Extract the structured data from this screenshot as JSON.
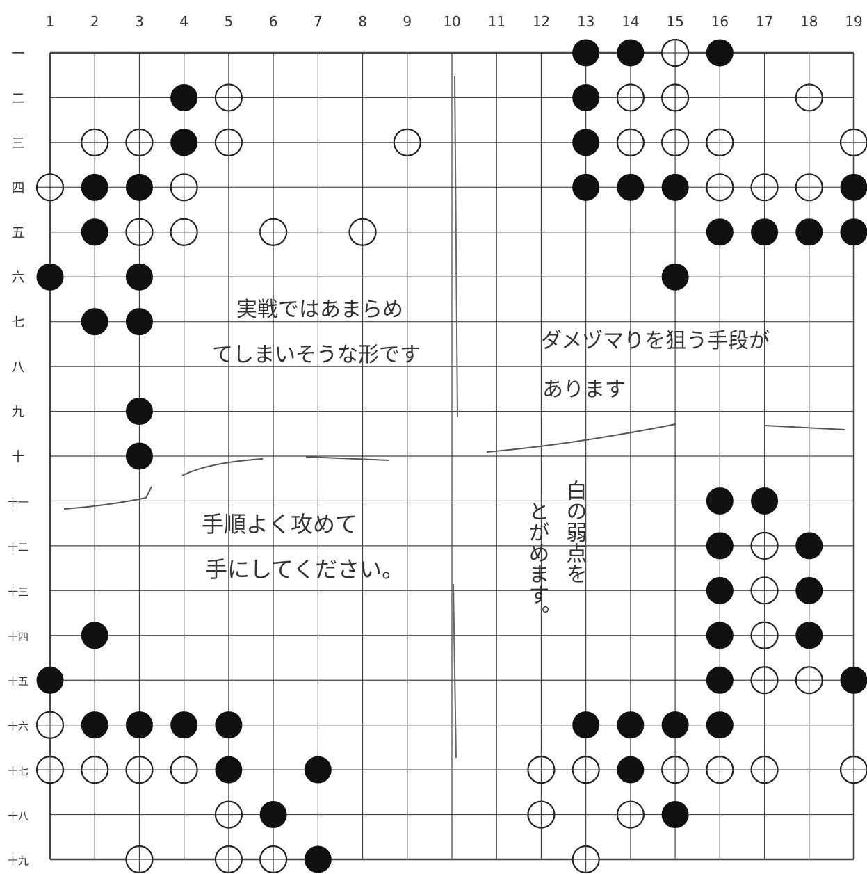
{
  "board": {
    "size": 19,
    "column_labels": [
      "1",
      "2",
      "3",
      "4",
      "5",
      "6",
      "7",
      "8",
      "9",
      "10",
      "11",
      "12",
      "13",
      "14",
      "15",
      "16",
      "17",
      "18",
      "19"
    ],
    "row_labels": [
      "一",
      "二",
      "三",
      "四",
      "五",
      "六",
      "七",
      "八",
      "九",
      "十",
      "十一",
      "十二",
      "十三",
      "十四",
      "十五",
      "十六",
      "十七",
      "十八",
      "十九"
    ],
    "black_stones": [
      [
        13,
        1
      ],
      [
        14,
        1
      ],
      [
        16,
        1
      ],
      [
        4,
        2
      ],
      [
        13,
        2
      ],
      [
        4,
        3
      ],
      [
        13,
        3
      ],
      [
        2,
        4
      ],
      [
        3,
        4
      ],
      [
        13,
        4
      ],
      [
        14,
        4
      ],
      [
        15,
        4
      ],
      [
        19,
        4
      ],
      [
        2,
        5
      ],
      [
        16,
        5
      ],
      [
        17,
        5
      ],
      [
        18,
        5
      ],
      [
        19,
        5
      ],
      [
        1,
        6
      ],
      [
        3,
        6
      ],
      [
        15,
        6
      ],
      [
        2,
        7
      ],
      [
        3,
        7
      ],
      [
        3,
        9
      ],
      [
        3,
        10
      ],
      [
        16,
        11
      ],
      [
        17,
        11
      ],
      [
        16,
        12
      ],
      [
        18,
        12
      ],
      [
        16,
        13
      ],
      [
        18,
        13
      ],
      [
        2,
        14
      ],
      [
        16,
        14
      ],
      [
        18,
        14
      ],
      [
        1,
        15
      ],
      [
        16,
        15
      ],
      [
        19,
        15
      ],
      [
        2,
        16
      ],
      [
        3,
        16
      ],
      [
        4,
        16
      ],
      [
        5,
        16
      ],
      [
        13,
        16
      ],
      [
        14,
        16
      ],
      [
        15,
        16
      ],
      [
        16,
        16
      ],
      [
        5,
        17
      ],
      [
        7,
        17
      ],
      [
        14,
        17
      ],
      [
        6,
        18
      ],
      [
        15,
        18
      ],
      [
        7,
        19
      ]
    ],
    "white_stones": [
      [
        15,
        1
      ],
      [
        5,
        2
      ],
      [
        14,
        2
      ],
      [
        15,
        2
      ],
      [
        18,
        2
      ],
      [
        2,
        3
      ],
      [
        3,
        3
      ],
      [
        5,
        3
      ],
      [
        9,
        3
      ],
      [
        14,
        3
      ],
      [
        15,
        3
      ],
      [
        16,
        3
      ],
      [
        19,
        3
      ],
      [
        1,
        4
      ],
      [
        4,
        4
      ],
      [
        16,
        4
      ],
      [
        17,
        4
      ],
      [
        18,
        4
      ],
      [
        3,
        5
      ],
      [
        4,
        5
      ],
      [
        6,
        5
      ],
      [
        8,
        5
      ],
      [
        17,
        12
      ],
      [
        17,
        13
      ],
      [
        17,
        14
      ],
      [
        17,
        15
      ],
      [
        18,
        15
      ],
      [
        1,
        16
      ],
      [
        1,
        17
      ],
      [
        2,
        17
      ],
      [
        3,
        17
      ],
      [
        4,
        17
      ],
      [
        12,
        17
      ],
      [
        13,
        17
      ],
      [
        15,
        17
      ],
      [
        16,
        17
      ],
      [
        17,
        17
      ],
      [
        19,
        17
      ],
      [
        5,
        18
      ],
      [
        12,
        18
      ],
      [
        14,
        18
      ],
      [
        3,
        19
      ],
      [
        5,
        19
      ],
      [
        6,
        19
      ],
      [
        13,
        19
      ]
    ]
  },
  "annotations": {
    "note_top_left_line1": "実戦ではあまらめ",
    "note_top_left_line2": "てしまいそうな形です",
    "note_top_right_line1": "ダメヅマりを狙う手段が",
    "note_top_right_line2": "あります",
    "note_bottom_left_line1": "手順よく攻めて",
    "note_bottom_left_line2": "手にしてください。",
    "note_vertical_col1": "白の弱点を",
    "note_vertical_col2": "とがめます。"
  }
}
